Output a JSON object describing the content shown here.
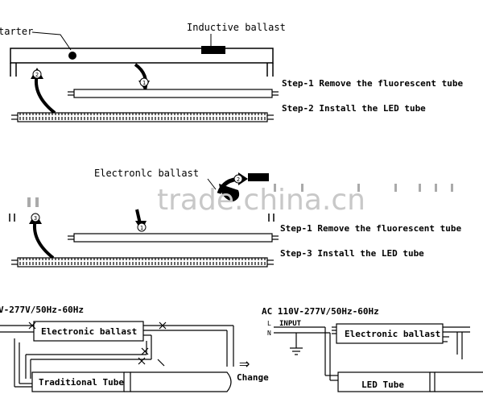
{
  "top": {
    "starter_label": "tarter",
    "ballast_label": "Inductive ballast",
    "step1": "Step-1 Remove the fluorescent tube",
    "step2": "Step-2 Install the LED tube",
    "badge_remove": "1",
    "badge_install": "2"
  },
  "middle": {
    "ballast_label": "Electronlc ballast",
    "step1": "Step-1 Remove the fluorescent tube",
    "step3": "Step-3 Install the LED tube",
    "badge_remove": "1",
    "badge_ballast": "2",
    "badge_install": "3"
  },
  "watermark": "trade.china.cn",
  "wiring": {
    "left_supply": "V-277V/50Hz-60Hz",
    "left_ballast": "Electronic ballast",
    "left_tube": "Traditional Tube",
    "arrow": "⇒",
    "change": "Change",
    "right_supply": "AC 110V-277V/50Hz-60Hz",
    "input": "INPUT",
    "L": "L",
    "N": "N",
    "right_ballast": "Electronic ballast",
    "right_tube": "LED Tube"
  }
}
